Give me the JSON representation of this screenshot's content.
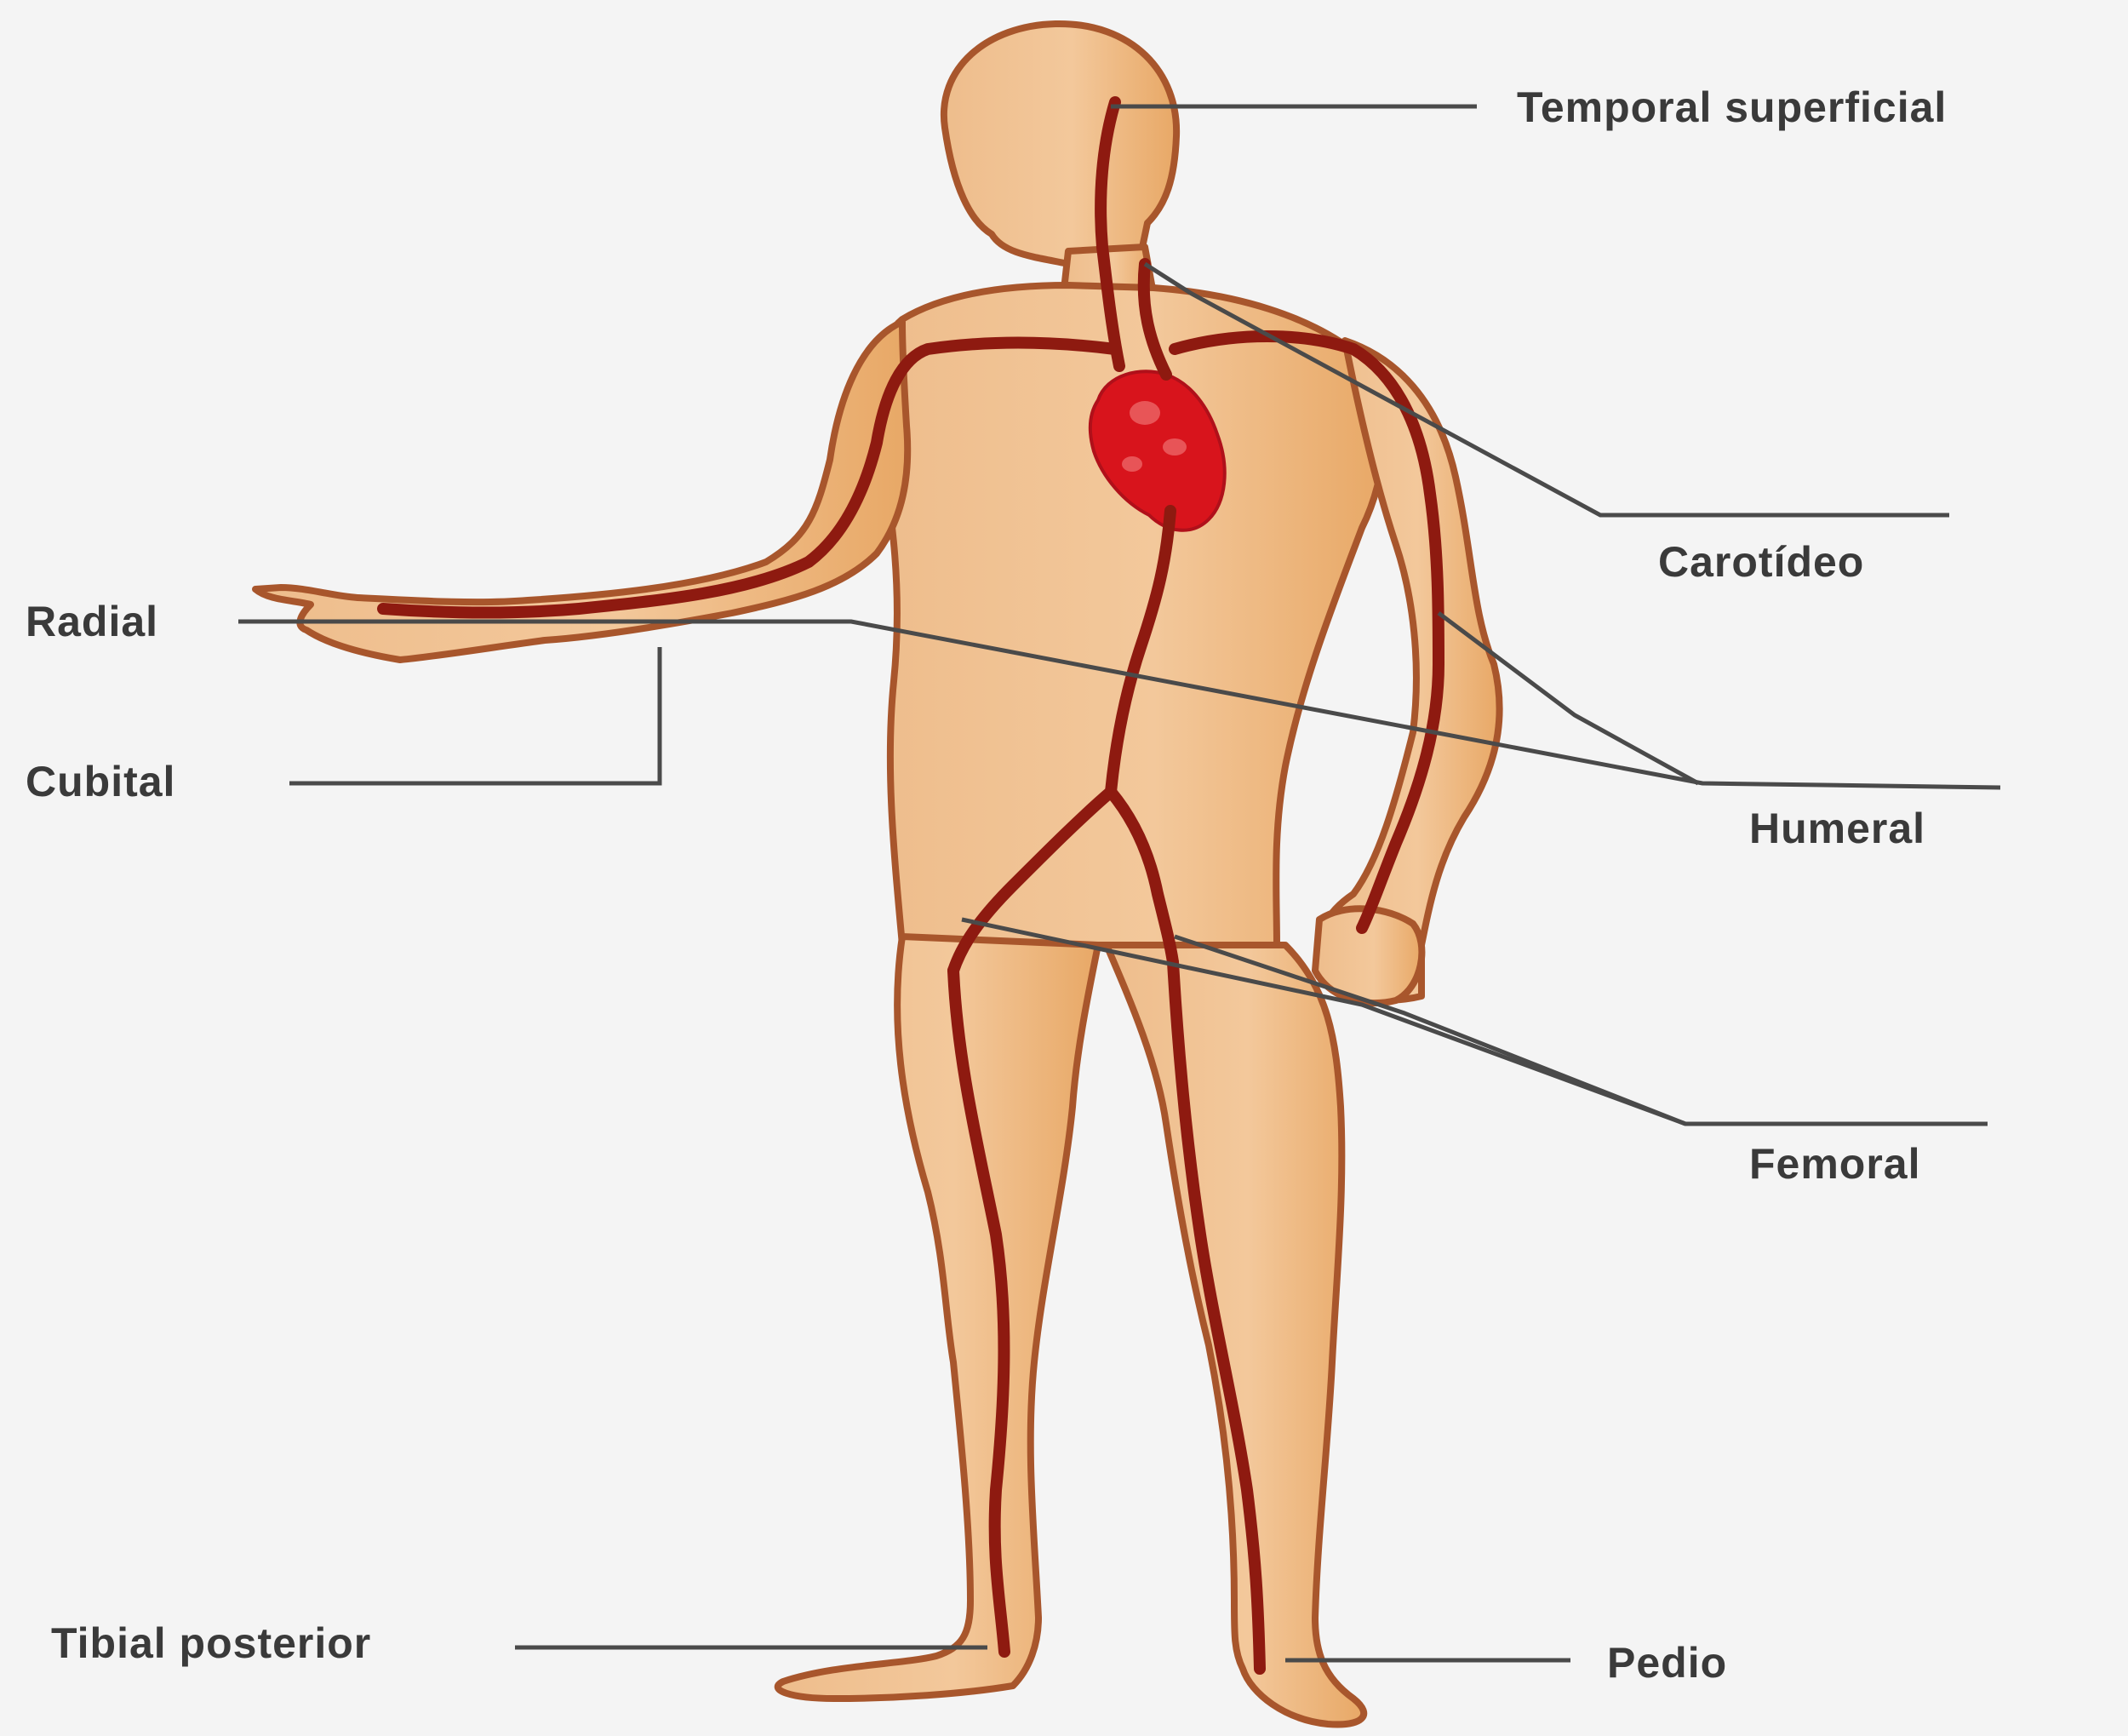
{
  "labels": {
    "temporal": "Temporal superficial",
    "carotideo": "Carotídeo",
    "radial": "Radial",
    "cubital": "Cubital",
    "humeral": "Humeral",
    "femoral": "Femoral",
    "tibial": "Tibial posterior",
    "pedio": "Pedio"
  },
  "colors": {
    "background": "#f4f4f4",
    "skin": "#f2c79a",
    "skin_shade": "#e9a468",
    "outline": "#a8562c",
    "artery": "#8e1a10",
    "heart": "#d8141c",
    "leader_line": "#4a4a4a",
    "label_text": "#3a3a3a"
  }
}
